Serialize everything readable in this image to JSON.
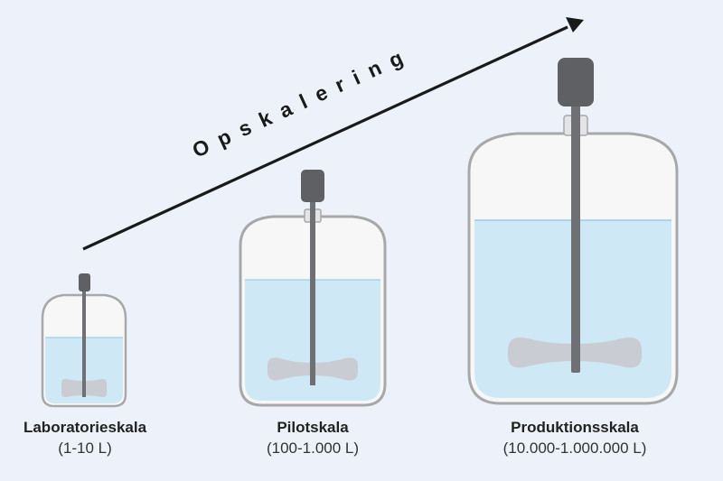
{
  "arrow_label": "Opskalering",
  "colors": {
    "background": "#edf2fa",
    "vessel_outline": "#a8a8aa",
    "headspace": "#f7f7f7",
    "liquid": "#cfe8f5",
    "liquid_edge": "#9ccbe4",
    "shaft": "#6f7073",
    "motor": "#5f6063",
    "impeller": "#c9cdd3",
    "arrow": "#1a1a1a"
  },
  "vessels": [
    {
      "name": "Laboratorieskala",
      "range": "(1-10 L)",
      "fill_level": 0.55
    },
    {
      "name": "Pilotskala",
      "range": "(100-1.000 L)",
      "fill_level": 0.68
    },
    {
      "name": "Produktionsskala",
      "range": "(10.000-1.000.000 L)",
      "fill_level": 0.72
    }
  ]
}
